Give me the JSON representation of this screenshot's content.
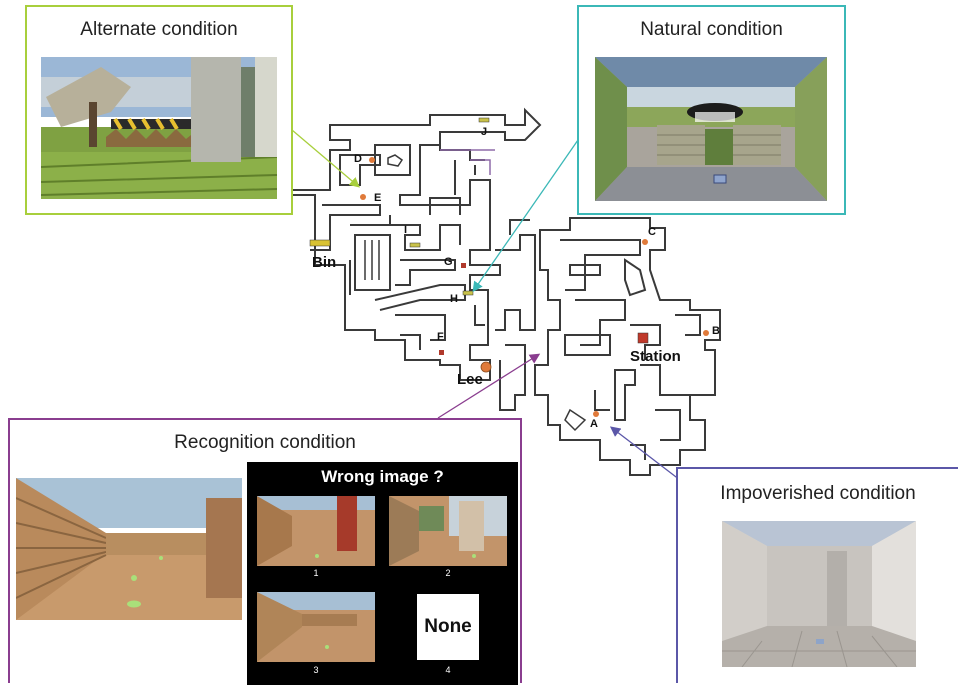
{
  "colors": {
    "alternate": "#a8cf3c",
    "natural": "#3bb8b7",
    "recognition": "#8a3d8f",
    "impoverished": "#5b57a8",
    "landmark_orange": "#e07a3a",
    "landmark_red": "#c0392b"
  },
  "panels": {
    "alternate": {
      "title": "Alternate condition"
    },
    "natural": {
      "title": "Natural condition"
    },
    "recognition": {
      "title": "Recognition condition",
      "question": "Wrong image ?",
      "options": [
        "1",
        "2",
        "3",
        "4"
      ],
      "none_label": "None"
    },
    "impoverished": {
      "title": "Impoverished condition"
    }
  },
  "map": {
    "landmark_letters": [
      "A",
      "B",
      "C",
      "D",
      "E",
      "F",
      "G",
      "H",
      "I",
      "J"
    ],
    "place_names": {
      "bin": "Bin",
      "station": "Station",
      "lee": "Lee"
    }
  }
}
